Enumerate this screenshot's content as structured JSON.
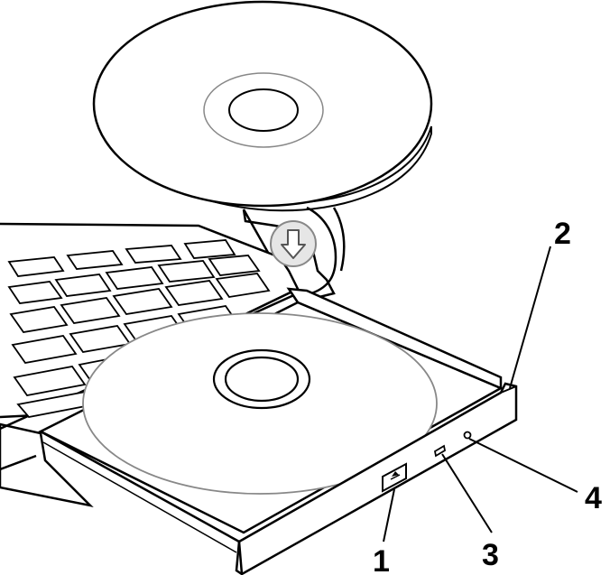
{
  "callouts": [
    {
      "id": "1",
      "label": "1"
    },
    {
      "id": "2",
      "label": "2"
    },
    {
      "id": "3",
      "label": "3"
    },
    {
      "id": "4",
      "label": "4"
    }
  ],
  "icons": {
    "insert_arrow": "down-arrow-icon",
    "eject_button_symbol": "eject-icon"
  },
  "colors": {
    "line": "#000000",
    "background": "#ffffff",
    "arrow_circle_fill": "#e6e6e6",
    "arrow_circle_stroke": "#888888"
  }
}
